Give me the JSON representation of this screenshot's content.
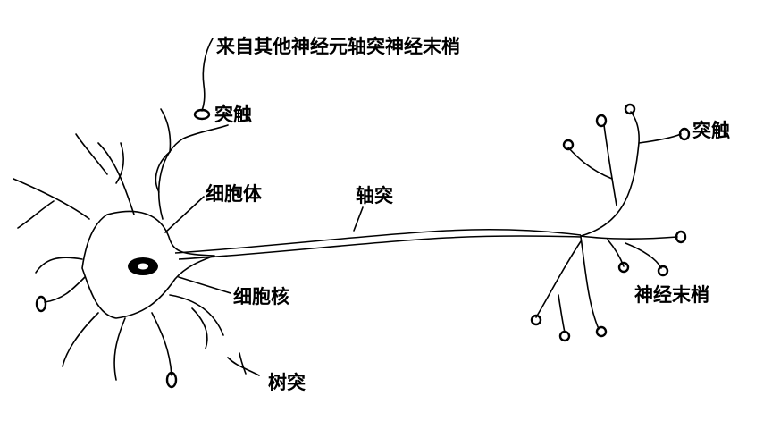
{
  "labels": {
    "from_other_axon_terminals": "来自其他神经元轴突神经末梢",
    "synapse_upper": "突触",
    "synapse_right": "突触",
    "cell_body": "细胞体",
    "axon": "轴突",
    "nucleus": "细胞核",
    "axon_terminals": "神经末梢",
    "dendrite": "树突"
  },
  "colors": {
    "line": "#000000",
    "background": "#ffffff"
  }
}
